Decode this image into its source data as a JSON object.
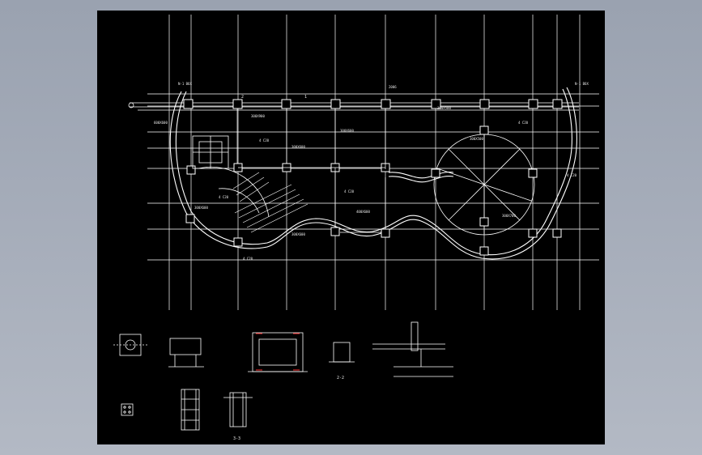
{
  "drawing": {
    "background": "#000000",
    "line_color": "#ffffff",
    "accent_color": "#ff3030",
    "labels": {
      "axis_one": "1",
      "axis_two": "2",
      "detail_2_2": "2-2",
      "detail_3_3": "3-3"
    }
  }
}
